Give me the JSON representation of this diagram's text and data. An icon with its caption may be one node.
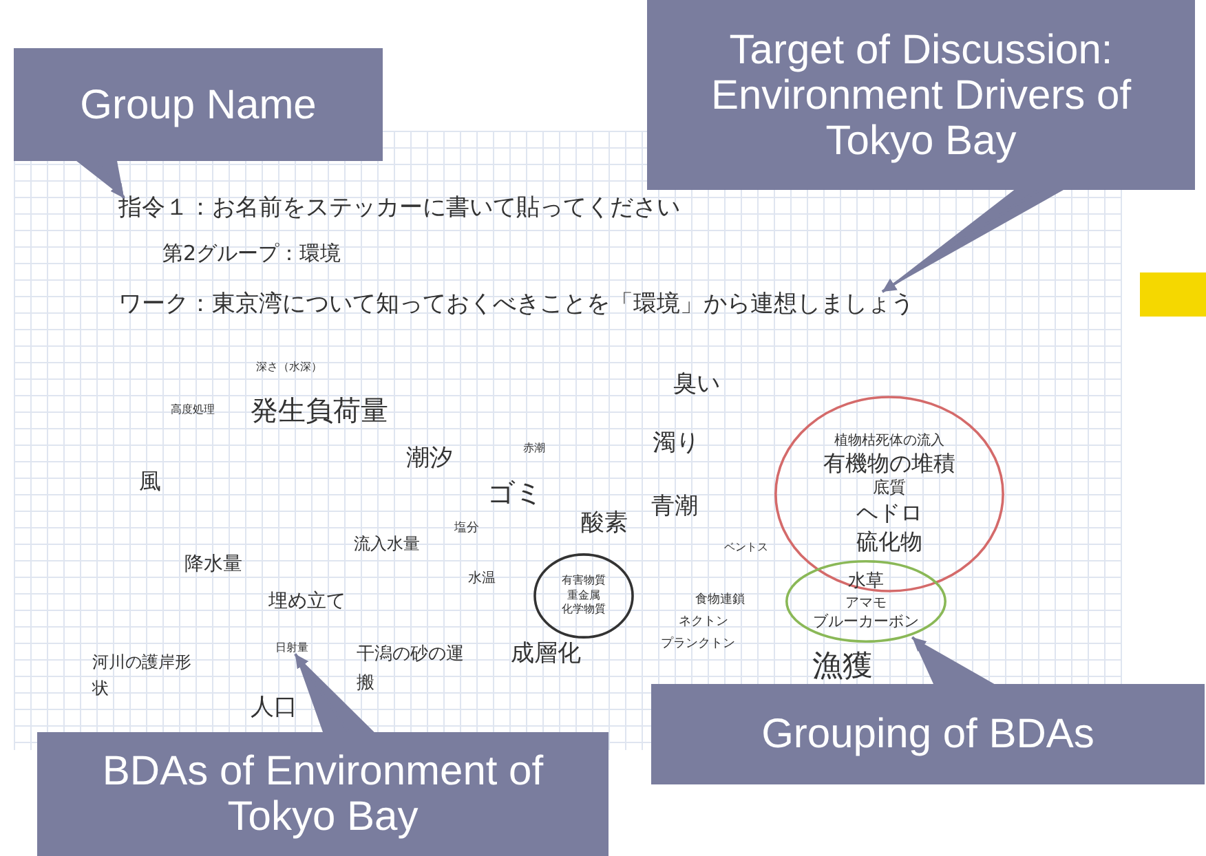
{
  "diagram": {
    "nodes": [
      {
        "text": [
          "Group Name"
        ]
      },
      {
        "text": [
          "Target of Discussion: Environment Drivers of Tokyo Bay"
        ]
      },
      {
        "text": [
          "指令１：お名前をステッカーに書いて貼ってください"
        ]
      },
      {
        "text": [
          "ワーク：東京湾について知っておくべきことを「環境」から連想しましょう"
        ]
      },
      {
        "text": [
          "植物枯死体の流入",
          "有機物の堆積",
          "底質",
          "ヘドロ",
          "硫化物"
        ]
      },
      {
        "text": [
          "有害物質",
          "重金属",
          "化学物質"
        ]
      },
      {
        "text": [
          "水草",
          "アマモ",
          "ブルーカーボン"
        ]
      },
      {
        "text": [
          "日射量"
        ]
      },
      {
        "text": [
          "BDAs of Environment of Tokyo Bay"
        ]
      },
      {
        "text": [
          "Grouping of BDAs"
        ]
      }
    ],
    "edges": [
      {
        "from": 0,
        "to": 2,
        "arrow": "to"
      },
      {
        "from": 1,
        "to": 3,
        "arrow": "to"
      },
      {
        "from": 8,
        "to": 7,
        "arrow": "to"
      },
      {
        "from": 9,
        "to": 6,
        "arrow": "to"
      }
    ],
    "labels": [
      "第2グループ：環境",
      "深さ（水深）",
      "臭い",
      "高度処理",
      "発生負荷量",
      "濁り",
      "潮汐",
      "赤潮",
      "風",
      "ゴミ",
      "青潮",
      "酸素",
      "塩分",
      "流入水量",
      "ベントス",
      "降水量",
      "水温",
      "埋め立て",
      "食物連鎖",
      "ネクトン",
      "干潟の砂の運搬",
      "成層化",
      "河川の護岸形状",
      "プランクトン",
      "漁獲",
      "人口"
    ]
  }
}
